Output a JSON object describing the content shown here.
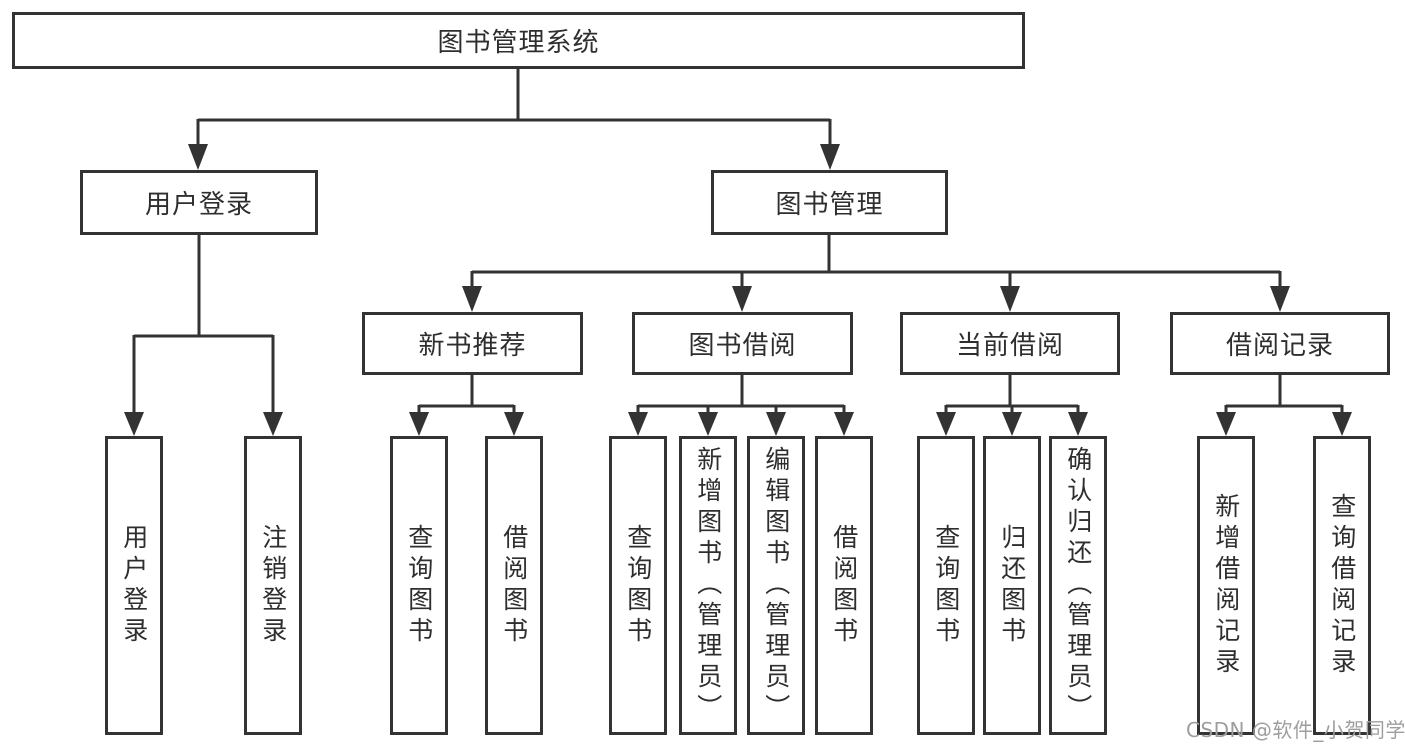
{
  "diagram": {
    "root": {
      "label": "图书管理系统"
    },
    "branches": [
      {
        "label": "用户登录",
        "leaves": [
          "用户登录",
          "注销登录"
        ]
      },
      {
        "label": "图书管理",
        "modules": [
          {
            "label": "新书推荐",
            "leaves": [
              "查询图书",
              "借阅图书"
            ]
          },
          {
            "label": "图书借阅",
            "leaves": [
              "查询图书",
              "新增图书（管理员）",
              "编辑图书（管理员）",
              "借阅图书"
            ]
          },
          {
            "label": "当前借阅",
            "leaves": [
              "查询图书",
              "归还图书",
              "确认归还（管理员）"
            ]
          },
          {
            "label": "借阅记录",
            "leaves": [
              "新增借阅记录",
              "查询借阅记录"
            ]
          }
        ]
      }
    ]
  },
  "watermark": {
    "text": "CSDN @软件_小贺同学"
  },
  "colors": {
    "line": "#333333",
    "text": "#2e2e2e",
    "background": "#ffffff",
    "watermark": "#9e9e9e"
  }
}
